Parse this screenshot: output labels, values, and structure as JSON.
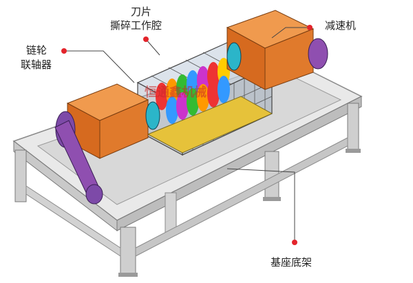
{
  "labels": {
    "blade": "刀片",
    "chamber": "撕碎工作腔",
    "reducer": "减速机",
    "sprocket": "链轮",
    "coupling": "联轴器",
    "base": "基座底架"
  },
  "watermark": {
    "text": "恒通鑫机械"
  },
  "colors": {
    "gearbox": "#e07a2c",
    "motor": "#8f4fb0",
    "frame": "#d6d6d6",
    "dot": "#e3242b",
    "leader": "#444444"
  }
}
